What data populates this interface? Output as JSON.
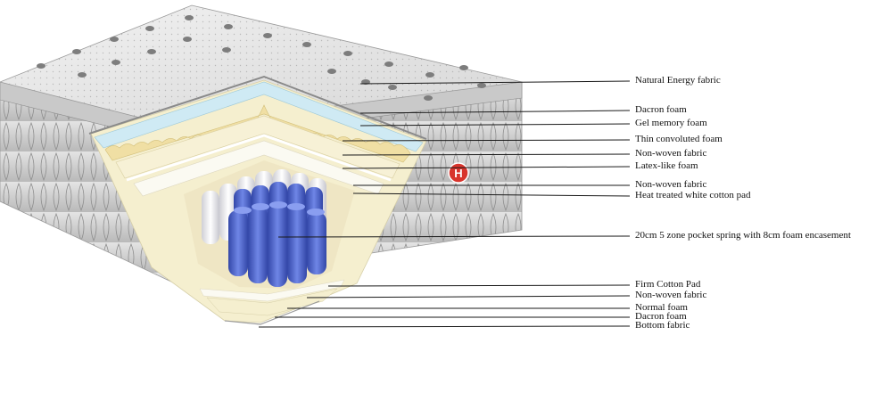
{
  "brand": {
    "badge_letter": "H"
  },
  "colors": {
    "leader_line": "#1a1a1a",
    "spring_blue": "#4a62c8",
    "foam_cream": "#f5efcf",
    "gel_blue": "#cfeaf4"
  },
  "callouts": [
    {
      "id": "natural-energy-fabric",
      "label": "Natural Energy fabric"
    },
    {
      "id": "dacron-foam-top",
      "label": "Dacron foam"
    },
    {
      "id": "gel-memory-foam",
      "label": "Gel memory foam"
    },
    {
      "id": "thin-convoluted-foam",
      "label": "Thin convoluted foam"
    },
    {
      "id": "non-woven-fabric-top",
      "label": "Non-woven fabric"
    },
    {
      "id": "latex-like-foam",
      "label": "Latex-like foam"
    },
    {
      "id": "non-woven-fabric-mid",
      "label": "Non-woven fabric"
    },
    {
      "id": "heat-treated-cotton-pad",
      "label": "Heat treated white cotton pad"
    },
    {
      "id": "pocket-spring",
      "label": "20cm 5 zone pocket spring with 8cm foam encasement"
    },
    {
      "id": "firm-cotton-pad",
      "label": "Firm Cotton Pad"
    },
    {
      "id": "non-woven-fabric-bottom",
      "label": "Non-woven fabric"
    },
    {
      "id": "normal-foam",
      "label": "Normal foam"
    },
    {
      "id": "dacron-foam-bottom",
      "label": "Dacron foam"
    },
    {
      "id": "bottom-fabric",
      "label": "Bottom fabric"
    }
  ]
}
